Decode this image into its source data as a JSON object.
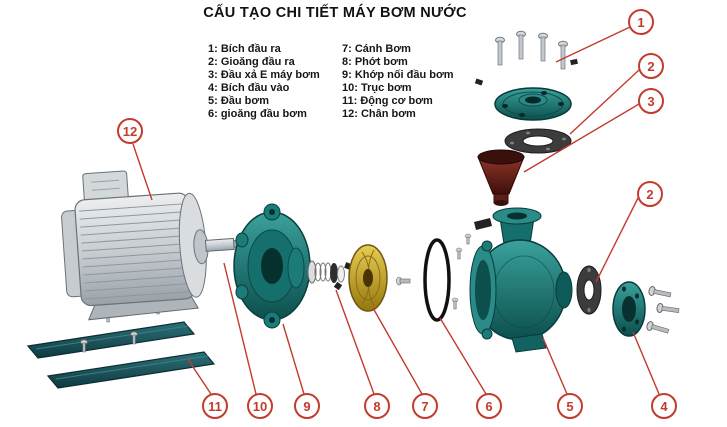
{
  "title": "CẤU TẠO CHI TIẾT MÁY BƠM NƯỚC",
  "legend": {
    "col1": [
      "1: Bích đầu ra",
      "2: Gioăng đầu ra",
      "3: Đầu xả E máy bơm",
      "4: Bích đầu vào",
      "5: Đầu bơm",
      "6: gioăng đầu bơm"
    ],
    "col2": [
      "7: Cánh Bơm",
      "8: Phớt bơm",
      "9: Khớp nối đầu bơm",
      "10: Trục bơm",
      "11: Động cơ bơm",
      "12: Chân bơm"
    ]
  },
  "callouts": [
    "1",
    "2",
    "3",
    "2",
    "4",
    "5",
    "6",
    "7",
    "8",
    "9",
    "10",
    "11",
    "12"
  ],
  "colors": {
    "callout_accent": "#c23b2d",
    "part_teal": "#15706d",
    "impeller_gold": "#c9a92c",
    "gasket_dark": "#3c3c3c",
    "text": "#161616"
  }
}
